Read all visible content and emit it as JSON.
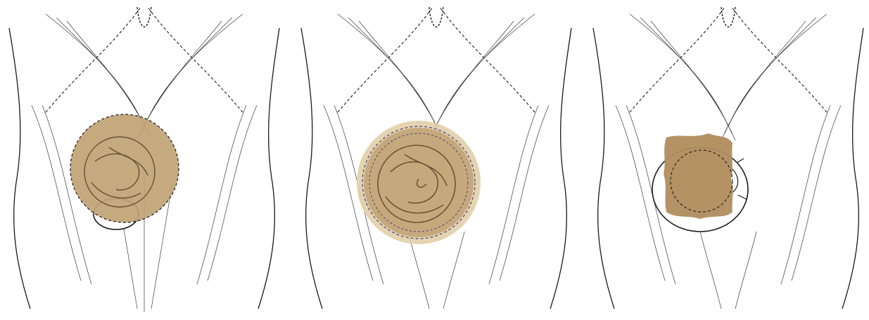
{
  "figure": {
    "panels": [
      {
        "id": "panel-1",
        "mesh": "onlay-circular",
        "mesh_color": "#c9aa7c"
      },
      {
        "id": "panel-2",
        "mesh": "circular-with-rim",
        "mesh_color": "#cdb184",
        "rim_color": "#e2cfa8",
        "dash_color": "#4b3f7a"
      },
      {
        "id": "panel-3",
        "mesh": "irregular-patch",
        "mesh_color": "#b89361"
      }
    ],
    "colors": {
      "line": "#1a1a1a",
      "muscle": "#3a3a3a",
      "bowel": "#6b5536"
    }
  }
}
